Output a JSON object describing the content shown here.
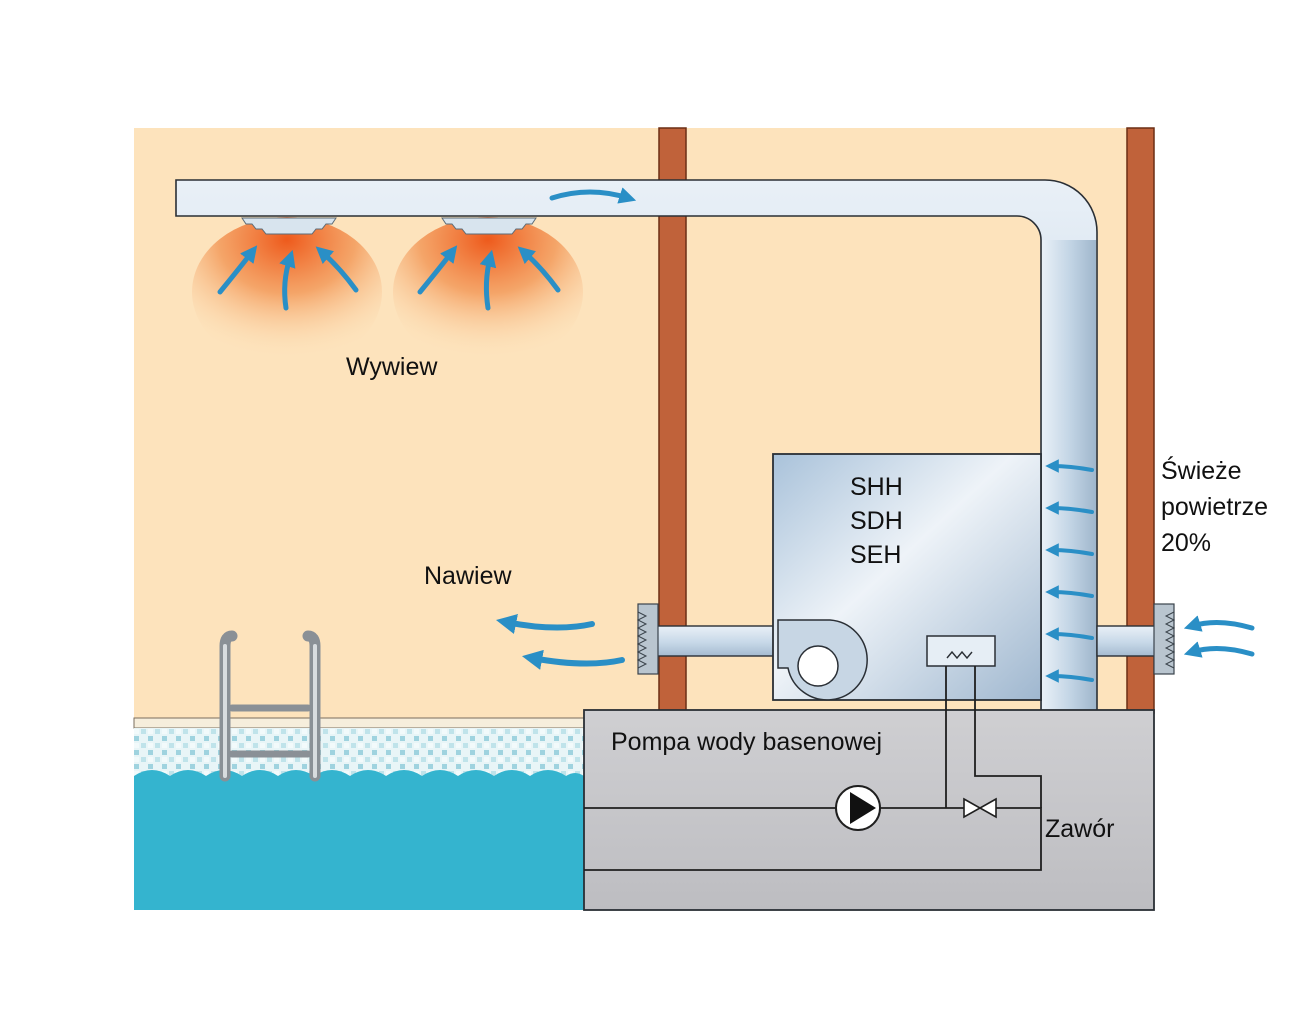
{
  "labels": {
    "exhaust": "Wywiew",
    "supply": "Nawiew",
    "unit_models": [
      "SHH",
      "SDH",
      "SEH"
    ],
    "fresh_air": [
      "Świeże",
      "powietrze",
      "20%"
    ],
    "pool_pump": "Pompa wody basenowej",
    "valve": "Zawór"
  },
  "colors": {
    "room_wall": "#fde3bc",
    "column": "#c0623a",
    "duct": "#d5e3ef",
    "duct_edge": "#2a2f35",
    "airflow_arrow": "#2a8fc6",
    "exhaust_glow": "#f07a3a",
    "pool_water": "#34b4cf",
    "mosaic": "#d9eef2",
    "basement": "#c8c8cb",
    "unit_panel": "#b9cfe4"
  },
  "icons": {
    "pump": "pump-symbol-icon",
    "valve": "valve-symbol-icon",
    "heat_exchanger": "heat-exchanger-icon",
    "fan": "centrifugal-fan-icon",
    "grille": "grille-icon",
    "ladder": "pool-ladder-icon",
    "diffuser": "ceiling-diffuser-icon"
  }
}
